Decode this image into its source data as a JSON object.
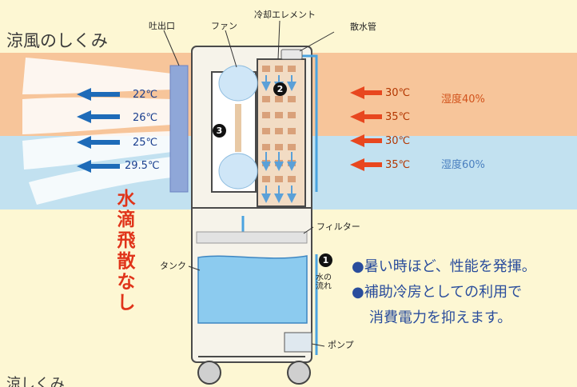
{
  "title": "涼風のしくみ",
  "bottom_title": "涼しくみ",
  "parts": {
    "outlet": "吐出口",
    "fan": "ファン",
    "cooling_element": "冷却エレメント",
    "sprinkler": "散水管",
    "filter": "フィルター",
    "tank": "タンク",
    "pump": "ポンプ"
  },
  "outlet_temps": [
    "22℃",
    "26℃",
    "25℃",
    "29.5℃"
  ],
  "inlet_temps": [
    "30℃",
    "35℃",
    "30℃",
    "35℃"
  ],
  "humidity": [
    "湿度40%",
    "湿度60%"
  ],
  "no_splash": "水滴飛散なし",
  "water_flow": "水の流れ",
  "step_numbers": [
    "1",
    "2",
    "3"
  ],
  "features": [
    "●暑い時ほど、性能を発揮。",
    "●補助冷房としての利用で",
    "消費電力を抑えます。"
  ],
  "colors": {
    "hot_band": "#f7c59a",
    "cool_band": "#c2e1f0",
    "arrow_red": "#e8471f",
    "arrow_blue": "#1e6bb8",
    "feature_text": "#2a4d9c",
    "no_splash_text": "#e0341a"
  }
}
